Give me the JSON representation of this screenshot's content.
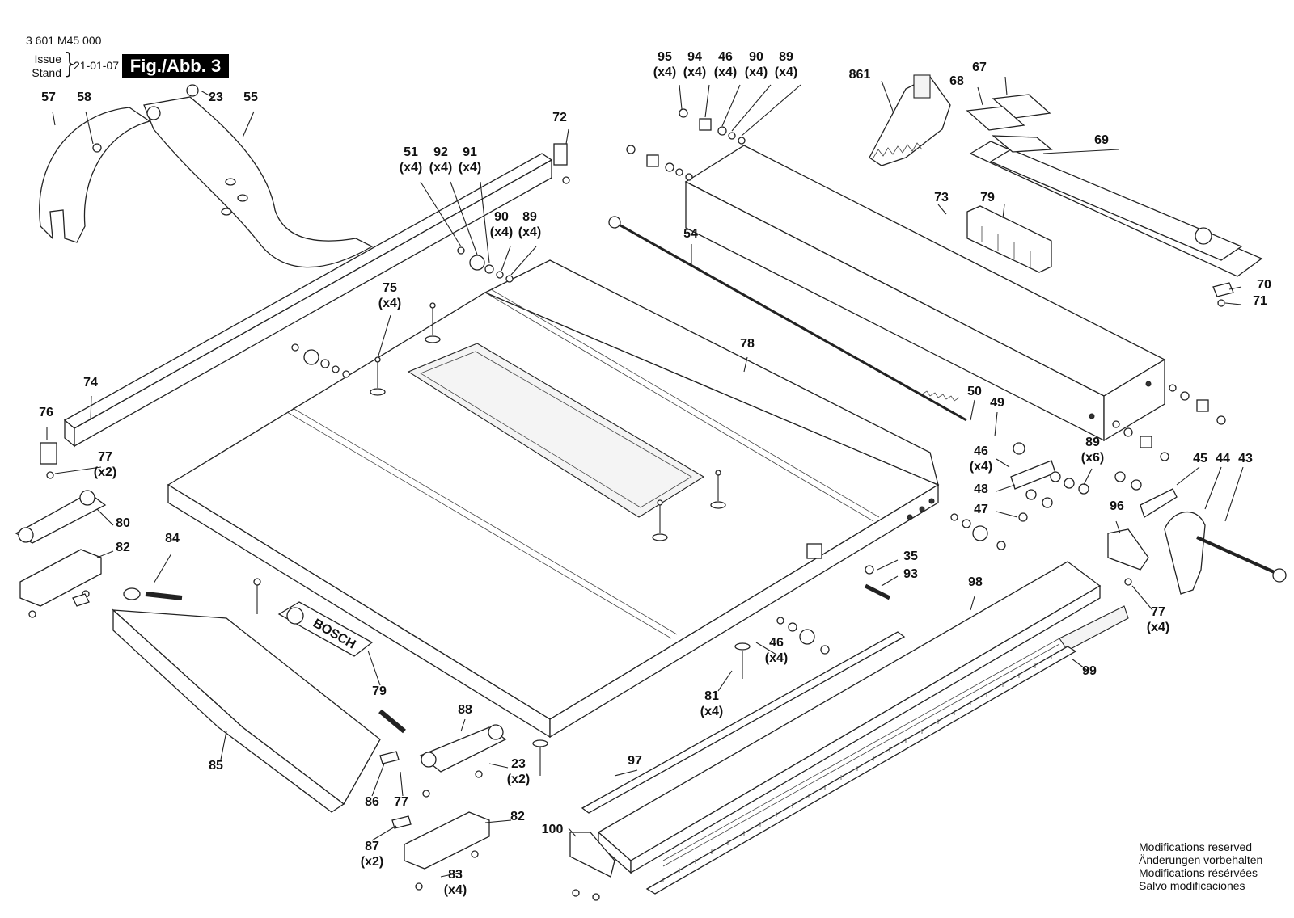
{
  "header": {
    "part_number": "3 601 M45 000",
    "issue_label": "Issue",
    "stand_label": "Stand",
    "date": "21-01-07",
    "figure": "Fig./Abb. 3"
  },
  "brand_label": "BOSCH",
  "callouts": [
    {
      "id": "c57",
      "num": "57",
      "qty": ""
    },
    {
      "id": "c58",
      "num": "58",
      "qty": ""
    },
    {
      "id": "c23a",
      "num": "23",
      "qty": ""
    },
    {
      "id": "c55",
      "num": "55",
      "qty": ""
    },
    {
      "id": "c72",
      "num": "72",
      "qty": ""
    },
    {
      "id": "c51",
      "num": "51",
      "qty": "(x4)"
    },
    {
      "id": "c92",
      "num": "92",
      "qty": "(x4)"
    },
    {
      "id": "c91",
      "num": "91",
      "qty": "(x4)"
    },
    {
      "id": "c90a",
      "num": "90",
      "qty": "(x4)"
    },
    {
      "id": "c89a",
      "num": "89",
      "qty": "(x4)"
    },
    {
      "id": "c95",
      "num": "95",
      "qty": "(x4)"
    },
    {
      "id": "c94",
      "num": "94",
      "qty": "(x4)"
    },
    {
      "id": "c46a",
      "num": "46",
      "qty": "(x4)"
    },
    {
      "id": "c90b",
      "num": "90",
      "qty": "(x4)"
    },
    {
      "id": "c89b",
      "num": "89",
      "qty": "(x4)"
    },
    {
      "id": "c861",
      "num": "861",
      "qty": ""
    },
    {
      "id": "c68",
      "num": "68",
      "qty": ""
    },
    {
      "id": "c67",
      "num": "67",
      "qty": ""
    },
    {
      "id": "c69",
      "num": "69",
      "qty": ""
    },
    {
      "id": "c73",
      "num": "73",
      "qty": ""
    },
    {
      "id": "c79a",
      "num": "79",
      "qty": ""
    },
    {
      "id": "c54",
      "num": "54",
      "qty": ""
    },
    {
      "id": "c70",
      "num": "70",
      "qty": ""
    },
    {
      "id": "c71",
      "num": "71",
      "qty": ""
    },
    {
      "id": "c75",
      "num": "75",
      "qty": "(x4)"
    },
    {
      "id": "c78",
      "num": "78",
      "qty": ""
    },
    {
      "id": "c74",
      "num": "74",
      "qty": ""
    },
    {
      "id": "c76",
      "num": "76",
      "qty": ""
    },
    {
      "id": "c77a",
      "num": "77",
      "qty": "(x2)"
    },
    {
      "id": "c80",
      "num": "80",
      "qty": ""
    },
    {
      "id": "c82a",
      "num": "82",
      "qty": ""
    },
    {
      "id": "c84",
      "num": "84",
      "qty": ""
    },
    {
      "id": "c50",
      "num": "50",
      "qty": ""
    },
    {
      "id": "c49",
      "num": "49",
      "qty": ""
    },
    {
      "id": "c46b",
      "num": "46",
      "qty": "(x4)"
    },
    {
      "id": "c89c",
      "num": "89",
      "qty": "(x6)"
    },
    {
      "id": "c48",
      "num": "48",
      "qty": ""
    },
    {
      "id": "c47",
      "num": "47",
      "qty": ""
    },
    {
      "id": "c45",
      "num": "45",
      "qty": ""
    },
    {
      "id": "c44",
      "num": "44",
      "qty": ""
    },
    {
      "id": "c43",
      "num": "43",
      "qty": ""
    },
    {
      "id": "c96",
      "num": "96",
      "qty": ""
    },
    {
      "id": "c35",
      "num": "35",
      "qty": ""
    },
    {
      "id": "c93",
      "num": "93",
      "qty": ""
    },
    {
      "id": "c98",
      "num": "98",
      "qty": ""
    },
    {
      "id": "c77b",
      "num": "77",
      "qty": "(x4)"
    },
    {
      "id": "c79b",
      "num": "79",
      "qty": ""
    },
    {
      "id": "c46c",
      "num": "46",
      "qty": "(x4)"
    },
    {
      "id": "c81",
      "num": "81",
      "qty": "(x4)"
    },
    {
      "id": "c99",
      "num": "99",
      "qty": ""
    },
    {
      "id": "c88",
      "num": "88",
      "qty": ""
    },
    {
      "id": "c23b",
      "num": "23",
      "qty": "(x2)"
    },
    {
      "id": "c85",
      "num": "85",
      "qty": ""
    },
    {
      "id": "c86",
      "num": "86",
      "qty": ""
    },
    {
      "id": "c77c",
      "num": "77",
      "qty": ""
    },
    {
      "id": "c97",
      "num": "97",
      "qty": ""
    },
    {
      "id": "c82b",
      "num": "82",
      "qty": ""
    },
    {
      "id": "c87",
      "num": "87",
      "qty": "(x2)"
    },
    {
      "id": "c100",
      "num": "100",
      "qty": ""
    },
    {
      "id": "c83",
      "num": "83",
      "qty": "(x4)"
    }
  ],
  "notes": [
    "Modifications reserved",
    "Änderungen vorbehalten",
    "Modifications résérvées",
    "Salvo modificaciones"
  ]
}
